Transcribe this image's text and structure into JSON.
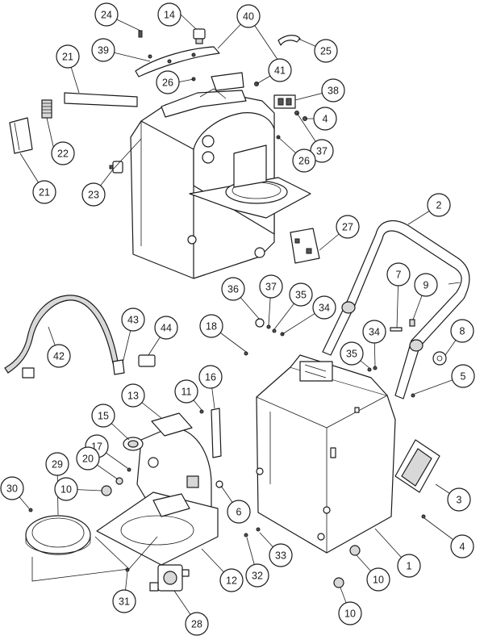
{
  "diagram": {
    "callouts": [
      {
        "id": "c24",
        "label": "24"
      },
      {
        "id": "c14",
        "label": "14"
      },
      {
        "id": "c40",
        "label": "40"
      },
      {
        "id": "c21a",
        "label": "21"
      },
      {
        "id": "c39",
        "label": "39"
      },
      {
        "id": "c26a",
        "label": "26"
      },
      {
        "id": "c25",
        "label": "25"
      },
      {
        "id": "c41",
        "label": "41"
      },
      {
        "id": "c38",
        "label": "38"
      },
      {
        "id": "c4a",
        "label": "4"
      },
      {
        "id": "c22",
        "label": "22"
      },
      {
        "id": "c37a",
        "label": "37"
      },
      {
        "id": "c26b",
        "label": "26"
      },
      {
        "id": "c21b",
        "label": "21"
      },
      {
        "id": "c23",
        "label": "23"
      },
      {
        "id": "c2",
        "label": "2"
      },
      {
        "id": "c27",
        "label": "27"
      },
      {
        "id": "c7",
        "label": "7"
      },
      {
        "id": "c9",
        "label": "9"
      },
      {
        "id": "c36",
        "label": "36"
      },
      {
        "id": "c37b",
        "label": "37"
      },
      {
        "id": "c35a",
        "label": "35"
      },
      {
        "id": "c34a",
        "label": "34"
      },
      {
        "id": "c43",
        "label": "43"
      },
      {
        "id": "c44",
        "label": "44"
      },
      {
        "id": "c18",
        "label": "18"
      },
      {
        "id": "c42",
        "label": "42"
      },
      {
        "id": "c34b",
        "label": "34"
      },
      {
        "id": "c8",
        "label": "8"
      },
      {
        "id": "c35b",
        "label": "35"
      },
      {
        "id": "c5",
        "label": "5"
      },
      {
        "id": "c16",
        "label": "16"
      },
      {
        "id": "c13",
        "label": "13"
      },
      {
        "id": "c11",
        "label": "11"
      },
      {
        "id": "c15",
        "label": "15"
      },
      {
        "id": "c17",
        "label": "17"
      },
      {
        "id": "c20",
        "label": "20"
      },
      {
        "id": "c29",
        "label": "29"
      },
      {
        "id": "c30",
        "label": "30"
      },
      {
        "id": "c10a",
        "label": "10"
      },
      {
        "id": "c3",
        "label": "3"
      },
      {
        "id": "c6",
        "label": "6"
      },
      {
        "id": "c4b",
        "label": "4"
      },
      {
        "id": "c33",
        "label": "33"
      },
      {
        "id": "c1",
        "label": "1"
      },
      {
        "id": "c12",
        "label": "12"
      },
      {
        "id": "c32",
        "label": "32"
      },
      {
        "id": "c10b",
        "label": "10"
      },
      {
        "id": "c31",
        "label": "31"
      },
      {
        "id": "c28",
        "label": "28"
      },
      {
        "id": "c10c",
        "label": "10"
      }
    ]
  }
}
